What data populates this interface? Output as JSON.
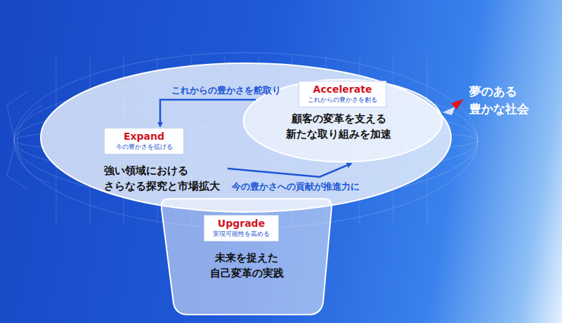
{
  "diagram": {
    "nodes": [
      {
        "text": [
          "Expand",
          "今の豊かさを拡げる",
          "強い領域における さらなる探究と市場拡大"
        ]
      },
      {
        "text": [
          "Accelerate",
          "これからの豊かさを創る",
          "顧客の変革を支える 新たな取り組みを加速"
        ]
      },
      {
        "text": [
          "Upgrade",
          "実現可能性を高める",
          "未来を捉えた 自己変革の実践"
        ]
      }
    ],
    "edges": [
      {
        "from": 1,
        "to": 0,
        "label": "これからの豊かさを舵取り",
        "arrow": "to"
      },
      {
        "from": 0,
        "to": 1,
        "label": "今の豊かさへの貢献が推進力に",
        "arrow": "to"
      }
    ],
    "labels": [
      "夢のある 豊かな社会"
    ]
  }
}
